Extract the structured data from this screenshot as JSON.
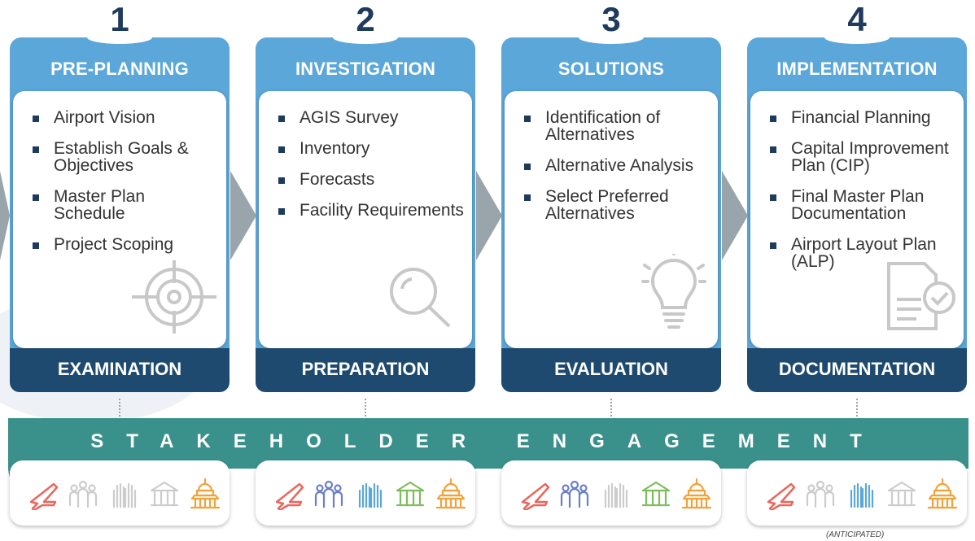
{
  "phases": [
    {
      "number": "1",
      "title": "PRE-PLANNING",
      "items": [
        "Airport Vision",
        "Establish Goals & Objectives",
        "Master Plan Schedule",
        "Project Scoping"
      ],
      "footer": "EXAMINATION",
      "icon": "target-icon"
    },
    {
      "number": "2",
      "title": "INVESTIGATION",
      "items": [
        "AGIS Survey",
        "Inventory",
        "Forecasts",
        "Facility Requirements"
      ],
      "footer": "PREPARATION",
      "icon": "magnifier-icon"
    },
    {
      "number": "3",
      "title": "SOLUTIONS",
      "items": [
        "Identification of Alternatives",
        "Alternative Analysis",
        "Select Preferred Alternatives"
      ],
      "footer": "EVALUATION",
      "icon": "lightbulb-icon"
    },
    {
      "number": "4",
      "title": "IMPLEMENTATION",
      "items": [
        "Financial Planning",
        "Capital Improvement Plan (CIP)",
        "Final Master Plan Documentation",
        "Airport Layout Plan (ALP)"
      ],
      "footer": "DOCUMENTATION",
      "icon": "document-check-icon"
    }
  ],
  "engagement": {
    "title": "STAKEHOLDER ENGAGEMENT",
    "note": "(ANTICIPATED)",
    "icon_names": [
      "airplane-icon",
      "group-icon",
      "raised-hands-icon",
      "government-building-icon",
      "capitol-icon"
    ],
    "icon_colors": {
      "airplane": "#e8675d",
      "group": "#6b7fc7",
      "hands": "#5ba7d9",
      "building": "#7dbb5c",
      "capitol": "#f2a23a",
      "inactive": "#cccccc"
    },
    "active": [
      [
        true,
        false,
        false,
        false,
        true
      ],
      [
        true,
        true,
        true,
        true,
        true
      ],
      [
        true,
        true,
        false,
        true,
        true
      ],
      [
        true,
        false,
        true,
        false,
        true
      ]
    ]
  },
  "colors": {
    "header": "#5ba7d9",
    "footer": "#1e4a6f",
    "band": "#3a918c",
    "number": "#1e3a5c",
    "arrow": "#9aa4ab"
  }
}
